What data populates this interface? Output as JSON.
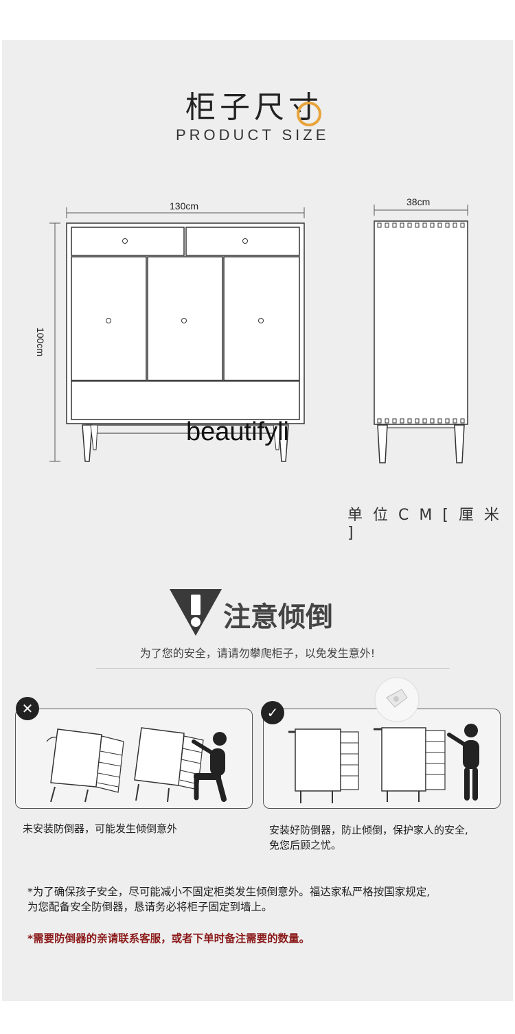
{
  "header": {
    "title_cn": "柜子尺寸",
    "title_en": "PRODUCT SIZE"
  },
  "dimensions": {
    "width": "130cm",
    "height": "100cm",
    "depth": "38cm"
  },
  "watermark": "beautifyli",
  "unit_note": "单 位 C M [ 厘 米 ]",
  "warning": {
    "title": "注意倾倒",
    "subtitle": "为了您的安全，请请勿攀爬柜子，以免发生意外!",
    "accent_color": "#333333"
  },
  "illustrations": {
    "bad": {
      "badge": "✕",
      "caption": "未安装防倒器，可能发生倾倒意外"
    },
    "good": {
      "badge": "✓",
      "caption_line1": "安装好防倒器，防止倾倒，保护家人的安全,",
      "caption_line2": "免您后顾之忧。"
    }
  },
  "notes": {
    "line1": "*为了确保孩子安全，尽可能减小不固定柜类发生倾倒意外。福达家私严格按国家规定,",
    "line2": "为您配备安全防倒器，恳请务必将柜子固定到墙上。",
    "red": "*需要防倒器的亲请联系客服，或者下单时备注需要的数量。",
    "red_color": "#8b1a1a"
  }
}
